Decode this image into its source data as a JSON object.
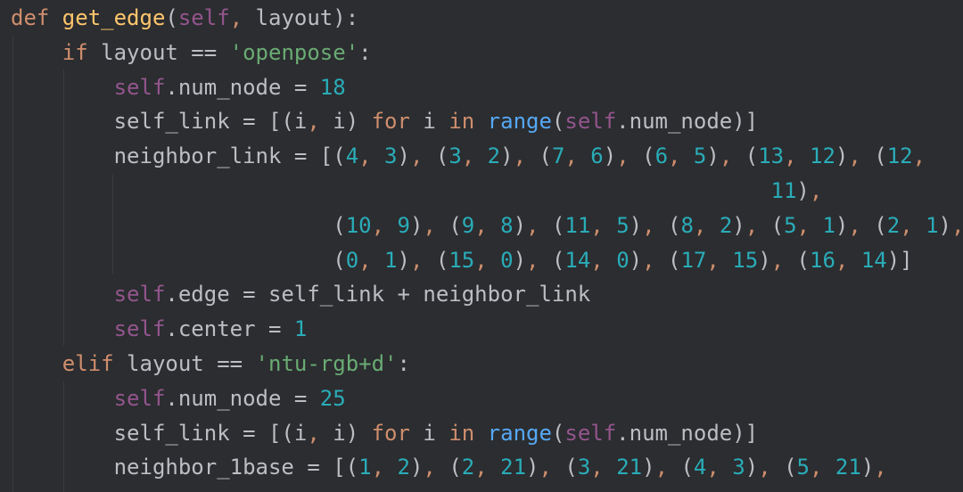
{
  "editor": {
    "language": "python",
    "colors": {
      "background": "#2b2d30",
      "keyword": "#cf8e6d",
      "function_name": "#ffc66d",
      "builtin": "#56a8f5",
      "self": "#94558d",
      "number": "#2aacb8",
      "string": "#6aab73",
      "text": "#bcbec4"
    },
    "lines": [
      {
        "tokens": [
          {
            "t": "def ",
            "c": "kw"
          },
          {
            "t": "get_edge",
            "c": "def-name"
          },
          {
            "t": "(",
            "c": "plain"
          },
          {
            "t": "self",
            "c": "selfk"
          },
          {
            "t": ", ",
            "c": "kw"
          },
          {
            "t": "layout):",
            "c": "plain"
          }
        ]
      },
      {
        "tokens": [
          {
            "t": "    ",
            "c": "plain"
          },
          {
            "t": "if ",
            "c": "kw"
          },
          {
            "t": "layout == ",
            "c": "plain"
          },
          {
            "t": "'openpose'",
            "c": "str"
          },
          {
            "t": ":",
            "c": "plain"
          }
        ]
      },
      {
        "tokens": [
          {
            "t": "        ",
            "c": "plain"
          },
          {
            "t": "self",
            "c": "selfk"
          },
          {
            "t": ".num_node = ",
            "c": "plain"
          },
          {
            "t": "18",
            "c": "num"
          }
        ]
      },
      {
        "tokens": [
          {
            "t": "        ",
            "c": "plain"
          },
          {
            "t": "self_link = [(i",
            "c": "plain"
          },
          {
            "t": ", ",
            "c": "kw"
          },
          {
            "t": "i) ",
            "c": "plain"
          },
          {
            "t": "for ",
            "c": "kw"
          },
          {
            "t": "i ",
            "c": "plain"
          },
          {
            "t": "in ",
            "c": "kw"
          },
          {
            "t": "range",
            "c": "fn"
          },
          {
            "t": "(",
            "c": "plain"
          },
          {
            "t": "self",
            "c": "selfk"
          },
          {
            "t": ".num_node)]",
            "c": "plain"
          }
        ]
      },
      {
        "tokens": [
          {
            "t": "        ",
            "c": "plain"
          },
          {
            "t": "neighbor_link = [(",
            "c": "plain"
          },
          {
            "t": "4",
            "c": "num"
          },
          {
            "t": ", ",
            "c": "kw"
          },
          {
            "t": "3",
            "c": "num"
          },
          {
            "t": ")",
            "c": "plain"
          },
          {
            "t": ", ",
            "c": "kw"
          },
          {
            "t": "(",
            "c": "plain"
          },
          {
            "t": "3",
            "c": "num"
          },
          {
            "t": ", ",
            "c": "kw"
          },
          {
            "t": "2",
            "c": "num"
          },
          {
            "t": ")",
            "c": "plain"
          },
          {
            "t": ", ",
            "c": "kw"
          },
          {
            "t": "(",
            "c": "plain"
          },
          {
            "t": "7",
            "c": "num"
          },
          {
            "t": ", ",
            "c": "kw"
          },
          {
            "t": "6",
            "c": "num"
          },
          {
            "t": ")",
            "c": "plain"
          },
          {
            "t": ", ",
            "c": "kw"
          },
          {
            "t": "(",
            "c": "plain"
          },
          {
            "t": "6",
            "c": "num"
          },
          {
            "t": ", ",
            "c": "kw"
          },
          {
            "t": "5",
            "c": "num"
          },
          {
            "t": ")",
            "c": "plain"
          },
          {
            "t": ", ",
            "c": "kw"
          },
          {
            "t": "(",
            "c": "plain"
          },
          {
            "t": "13",
            "c": "num"
          },
          {
            "t": ", ",
            "c": "kw"
          },
          {
            "t": "12",
            "c": "num"
          },
          {
            "t": ")",
            "c": "plain"
          },
          {
            "t": ", ",
            "c": "kw"
          },
          {
            "t": "(",
            "c": "plain"
          },
          {
            "t": "12",
            "c": "num"
          },
          {
            "t": ",",
            "c": "kw"
          }
        ]
      },
      {
        "tokens": [
          {
            "t": "                                                           ",
            "c": "plain"
          },
          {
            "t": "11",
            "c": "num"
          },
          {
            "t": ")",
            "c": "plain"
          },
          {
            "t": ",",
            "c": "kw"
          }
        ]
      },
      {
        "tokens": [
          {
            "t": "                         ",
            "c": "plain"
          },
          {
            "t": "(",
            "c": "plain"
          },
          {
            "t": "10",
            "c": "num"
          },
          {
            "t": ", ",
            "c": "kw"
          },
          {
            "t": "9",
            "c": "num"
          },
          {
            "t": ")",
            "c": "plain"
          },
          {
            "t": ", ",
            "c": "kw"
          },
          {
            "t": "(",
            "c": "plain"
          },
          {
            "t": "9",
            "c": "num"
          },
          {
            "t": ", ",
            "c": "kw"
          },
          {
            "t": "8",
            "c": "num"
          },
          {
            "t": ")",
            "c": "plain"
          },
          {
            "t": ", ",
            "c": "kw"
          },
          {
            "t": "(",
            "c": "plain"
          },
          {
            "t": "11",
            "c": "num"
          },
          {
            "t": ", ",
            "c": "kw"
          },
          {
            "t": "5",
            "c": "num"
          },
          {
            "t": ")",
            "c": "plain"
          },
          {
            "t": ", ",
            "c": "kw"
          },
          {
            "t": "(",
            "c": "plain"
          },
          {
            "t": "8",
            "c": "num"
          },
          {
            "t": ", ",
            "c": "kw"
          },
          {
            "t": "2",
            "c": "num"
          },
          {
            "t": ")",
            "c": "plain"
          },
          {
            "t": ", ",
            "c": "kw"
          },
          {
            "t": "(",
            "c": "plain"
          },
          {
            "t": "5",
            "c": "num"
          },
          {
            "t": ", ",
            "c": "kw"
          },
          {
            "t": "1",
            "c": "num"
          },
          {
            "t": ")",
            "c": "plain"
          },
          {
            "t": ", ",
            "c": "kw"
          },
          {
            "t": "(",
            "c": "plain"
          },
          {
            "t": "2",
            "c": "num"
          },
          {
            "t": ", ",
            "c": "kw"
          },
          {
            "t": "1",
            "c": "num"
          },
          {
            "t": ")",
            "c": "plain"
          },
          {
            "t": ",",
            "c": "kw"
          }
        ]
      },
      {
        "tokens": [
          {
            "t": "                         ",
            "c": "plain"
          },
          {
            "t": "(",
            "c": "plain"
          },
          {
            "t": "0",
            "c": "num"
          },
          {
            "t": ", ",
            "c": "kw"
          },
          {
            "t": "1",
            "c": "num"
          },
          {
            "t": ")",
            "c": "plain"
          },
          {
            "t": ", ",
            "c": "kw"
          },
          {
            "t": "(",
            "c": "plain"
          },
          {
            "t": "15",
            "c": "num"
          },
          {
            "t": ", ",
            "c": "kw"
          },
          {
            "t": "0",
            "c": "num"
          },
          {
            "t": ")",
            "c": "plain"
          },
          {
            "t": ", ",
            "c": "kw"
          },
          {
            "t": "(",
            "c": "plain"
          },
          {
            "t": "14",
            "c": "num"
          },
          {
            "t": ", ",
            "c": "kw"
          },
          {
            "t": "0",
            "c": "num"
          },
          {
            "t": ")",
            "c": "plain"
          },
          {
            "t": ", ",
            "c": "kw"
          },
          {
            "t": "(",
            "c": "plain"
          },
          {
            "t": "17",
            "c": "num"
          },
          {
            "t": ", ",
            "c": "kw"
          },
          {
            "t": "15",
            "c": "num"
          },
          {
            "t": ")",
            "c": "plain"
          },
          {
            "t": ", ",
            "c": "kw"
          },
          {
            "t": "(",
            "c": "plain"
          },
          {
            "t": "16",
            "c": "num"
          },
          {
            "t": ", ",
            "c": "kw"
          },
          {
            "t": "14",
            "c": "num"
          },
          {
            "t": ")]",
            "c": "plain"
          }
        ]
      },
      {
        "tokens": [
          {
            "t": "        ",
            "c": "plain"
          },
          {
            "t": "self",
            "c": "selfk"
          },
          {
            "t": ".edge = self_link + neighbor_link",
            "c": "plain"
          }
        ]
      },
      {
        "tokens": [
          {
            "t": "        ",
            "c": "plain"
          },
          {
            "t": "self",
            "c": "selfk"
          },
          {
            "t": ".center = ",
            "c": "plain"
          },
          {
            "t": "1",
            "c": "num"
          }
        ]
      },
      {
        "tokens": [
          {
            "t": "    ",
            "c": "plain"
          },
          {
            "t": "elif ",
            "c": "kw"
          },
          {
            "t": "layout == ",
            "c": "plain"
          },
          {
            "t": "'ntu-rgb+d'",
            "c": "str"
          },
          {
            "t": ":",
            "c": "plain"
          }
        ]
      },
      {
        "tokens": [
          {
            "t": "        ",
            "c": "plain"
          },
          {
            "t": "self",
            "c": "selfk"
          },
          {
            "t": ".num_node = ",
            "c": "plain"
          },
          {
            "t": "25",
            "c": "num"
          }
        ]
      },
      {
        "tokens": [
          {
            "t": "        ",
            "c": "plain"
          },
          {
            "t": "self_link = [(i",
            "c": "plain"
          },
          {
            "t": ", ",
            "c": "kw"
          },
          {
            "t": "i) ",
            "c": "plain"
          },
          {
            "t": "for ",
            "c": "kw"
          },
          {
            "t": "i ",
            "c": "plain"
          },
          {
            "t": "in ",
            "c": "kw"
          },
          {
            "t": "range",
            "c": "fn"
          },
          {
            "t": "(",
            "c": "plain"
          },
          {
            "t": "self",
            "c": "selfk"
          },
          {
            "t": ".num_node)]",
            "c": "plain"
          }
        ]
      },
      {
        "tokens": [
          {
            "t": "        ",
            "c": "plain"
          },
          {
            "t": "neighbor_1base = [(",
            "c": "plain"
          },
          {
            "t": "1",
            "c": "num"
          },
          {
            "t": ", ",
            "c": "kw"
          },
          {
            "t": "2",
            "c": "num"
          },
          {
            "t": ")",
            "c": "plain"
          },
          {
            "t": ", ",
            "c": "kw"
          },
          {
            "t": "(",
            "c": "plain"
          },
          {
            "t": "2",
            "c": "num"
          },
          {
            "t": ", ",
            "c": "kw"
          },
          {
            "t": "21",
            "c": "num"
          },
          {
            "t": ")",
            "c": "plain"
          },
          {
            "t": ", ",
            "c": "kw"
          },
          {
            "t": "(",
            "c": "plain"
          },
          {
            "t": "3",
            "c": "num"
          },
          {
            "t": ", ",
            "c": "kw"
          },
          {
            "t": "21",
            "c": "num"
          },
          {
            "t": ")",
            "c": "plain"
          },
          {
            "t": ", ",
            "c": "kw"
          },
          {
            "t": "(",
            "c": "plain"
          },
          {
            "t": "4",
            "c": "num"
          },
          {
            "t": ", ",
            "c": "kw"
          },
          {
            "t": "3",
            "c": "num"
          },
          {
            "t": ")",
            "c": "plain"
          },
          {
            "t": ", ",
            "c": "kw"
          },
          {
            "t": "(",
            "c": "plain"
          },
          {
            "t": "5",
            "c": "num"
          },
          {
            "t": ", ",
            "c": "kw"
          },
          {
            "t": "21",
            "c": "num"
          },
          {
            "t": ")",
            "c": "plain"
          },
          {
            "t": ",",
            "c": "kw"
          }
        ]
      }
    ]
  }
}
